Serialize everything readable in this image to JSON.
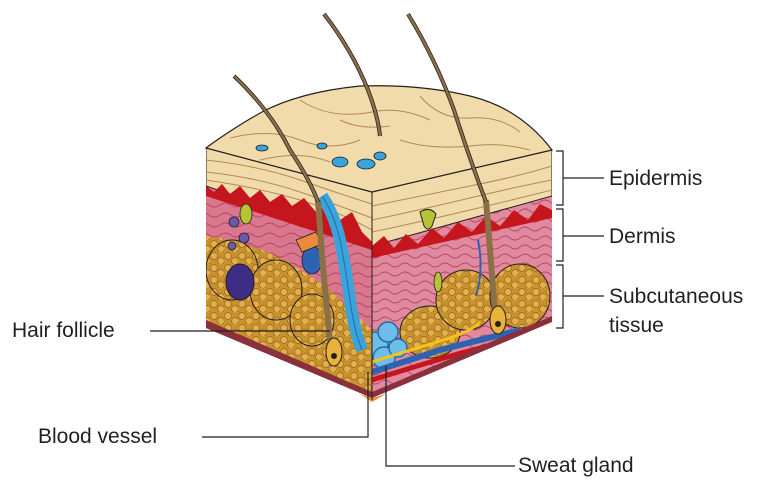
{
  "labels": {
    "epidermis": "Epidermis",
    "dermis": "Dermis",
    "subcutaneous_line1": "Subcutaneous",
    "subcutaneous_line2": "tissue",
    "hair_follicle": "Hair follicle",
    "blood_vessel": "Blood vessel",
    "sweat_gland": "Sweat gland"
  },
  "colors": {
    "epidermis": "#f2dbab",
    "epidermis_shade": "#e4c78e",
    "dermis": "#d9778f",
    "dermis_dark": "#b8455e",
    "basal_layer": "#c4161c",
    "fat": "#c8922f",
    "fat_cell": "#e3b04f",
    "hair": "#8b6f47",
    "sweat_duct": "#3aa3dc",
    "vein": "#2e62b3",
    "nerve": "#f4c21b",
    "purple_gland": "#3d2d84",
    "outline": "#231f20"
  }
}
